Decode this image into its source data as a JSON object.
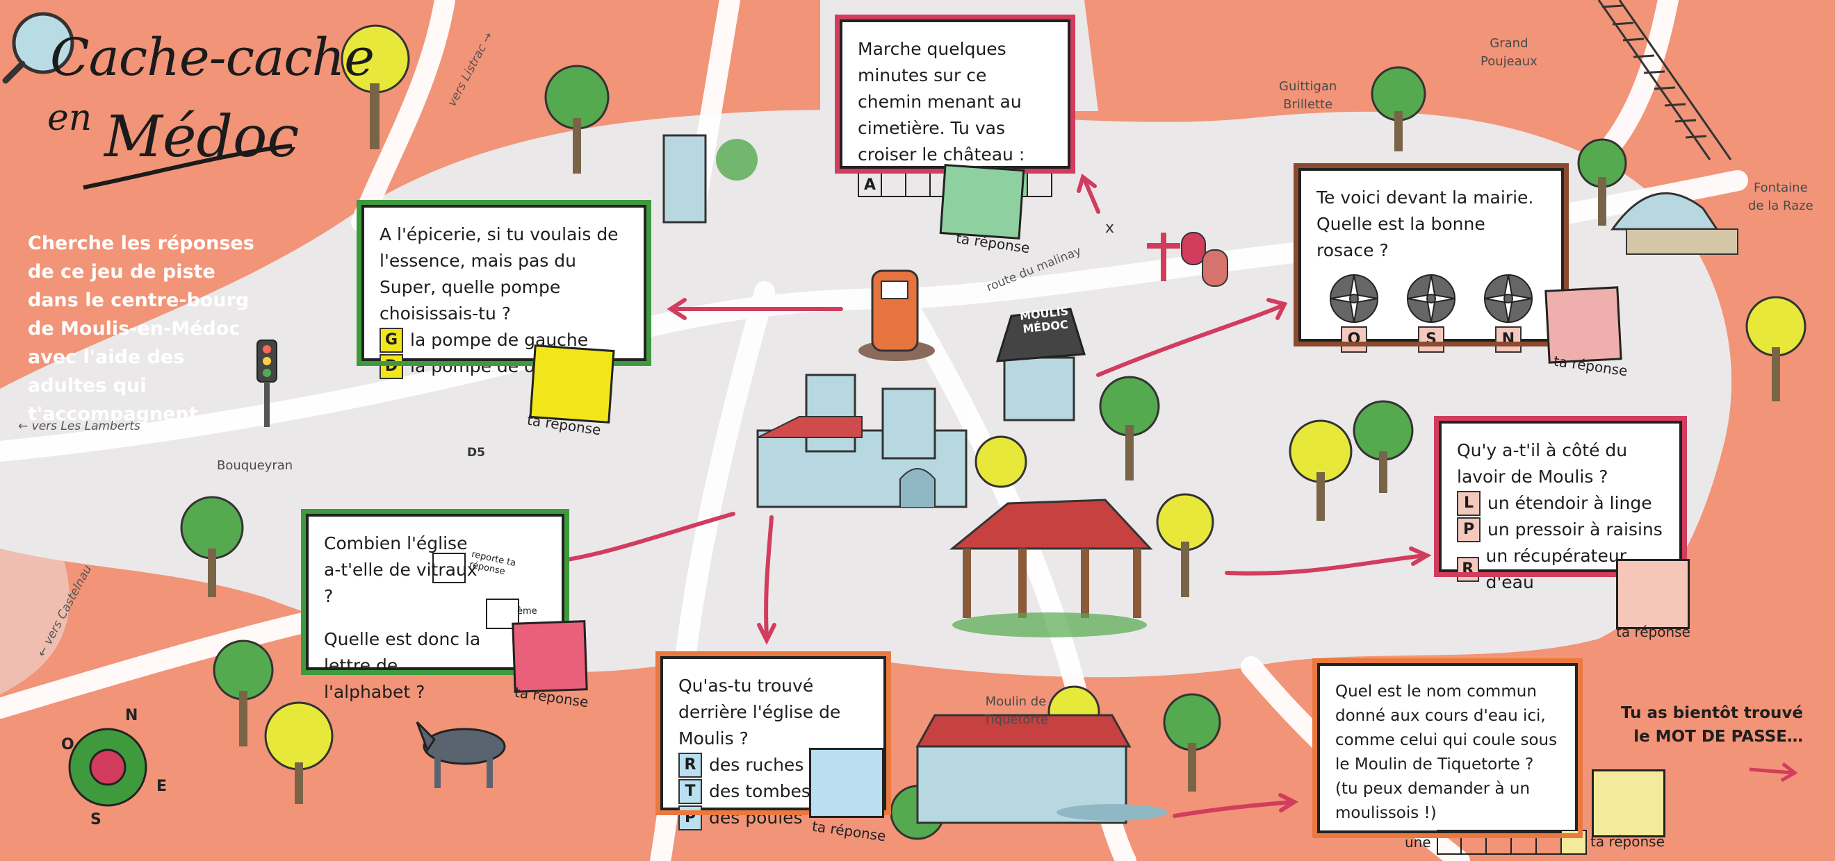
{
  "title": {
    "line1": "Cache-cache",
    "line2": "en",
    "line3": "Médoc"
  },
  "intro": "Cherche les réponses de ce jeu de piste dans le centre-bourg de Moulis-en-Médoc avec l'aide des adultes qui t'accompagnent.",
  "places": {
    "grand_poujeaux": "Grand\nPoujeaux",
    "guittigan": "Guittigan\nBrillette",
    "fontaine": "Fontaine\nde la Raze",
    "bouqueyran": "Bouqueyran",
    "moulin": "Moulin de\nTiquetorte"
  },
  "roads": {
    "listrac": "vers Listrac →",
    "lamberts": "← vers Les Lamberts",
    "d5": "D5",
    "castelnau": "← vers Castelnau",
    "malinay": "route du malinay"
  },
  "sign": {
    "line1": "MOULIS",
    "line2": "MÉDOC"
  },
  "compass": {
    "n": "N",
    "e": "E",
    "s": "S",
    "o": "O"
  },
  "answer_label": "ta réponse",
  "colors": {
    "land": "#f29478",
    "road": "#ffffff",
    "center": "#ebe8ea",
    "green": "#3e9a3c",
    "red": "#d23c5d",
    "brown": "#8b4a2e"
  },
  "cards": {
    "chemin": {
      "text": "Marche quelques minutes sur ce chemin menant au cimetière. Tu vas croiser le château :",
      "first_letter": "A"
    },
    "epicerie": {
      "question": "A l'épicerie, si tu voulais de l'essence, mais pas du Super, quelle pompe choisissais-tu ?",
      "options": [
        {
          "key": "G",
          "label": "la pompe de gauche"
        },
        {
          "key": "D",
          "label": "la pompe de droite"
        }
      ]
    },
    "mairie": {
      "question": "Te voici devant la mairie. Quelle est la bonne rosace ?",
      "letters": [
        "O",
        "S",
        "N"
      ]
    },
    "lavoir": {
      "question": "Qu'y a-t'il à côté du lavoir de Moulis ?",
      "options": [
        {
          "key": "L",
          "label": "un étendoir à linge"
        },
        {
          "key": "P",
          "label": "un pressoir à raisins"
        },
        {
          "key": "R",
          "label": "un récupérateur d'eau"
        }
      ]
    },
    "eglise": {
      "q1": "Combien l'église a-t'elle de vitraux ?",
      "q2": "Quelle est donc la lettre de l'alphabet ?",
      "note": "reporte ta réponse",
      "suffix": "ème"
    },
    "derriere": {
      "question": "Qu'as-tu trouvé derrière l'église de Moulis ?",
      "options": [
        {
          "key": "R",
          "label": "des ruches"
        },
        {
          "key": "T",
          "label": "des tombes"
        },
        {
          "key": "P",
          "label": "des poules"
        }
      ]
    },
    "moulin": {
      "question": "Quel est le nom commun donné aux cours d'eau ici, comme celui qui coule sous le Moulin de Tiquetorte ? (tu peux demander à un moulissois !)",
      "prefix": "une"
    }
  },
  "final": {
    "line1": "Tu as bientôt trouvé",
    "line2": "le MOT DE PASSE…"
  }
}
